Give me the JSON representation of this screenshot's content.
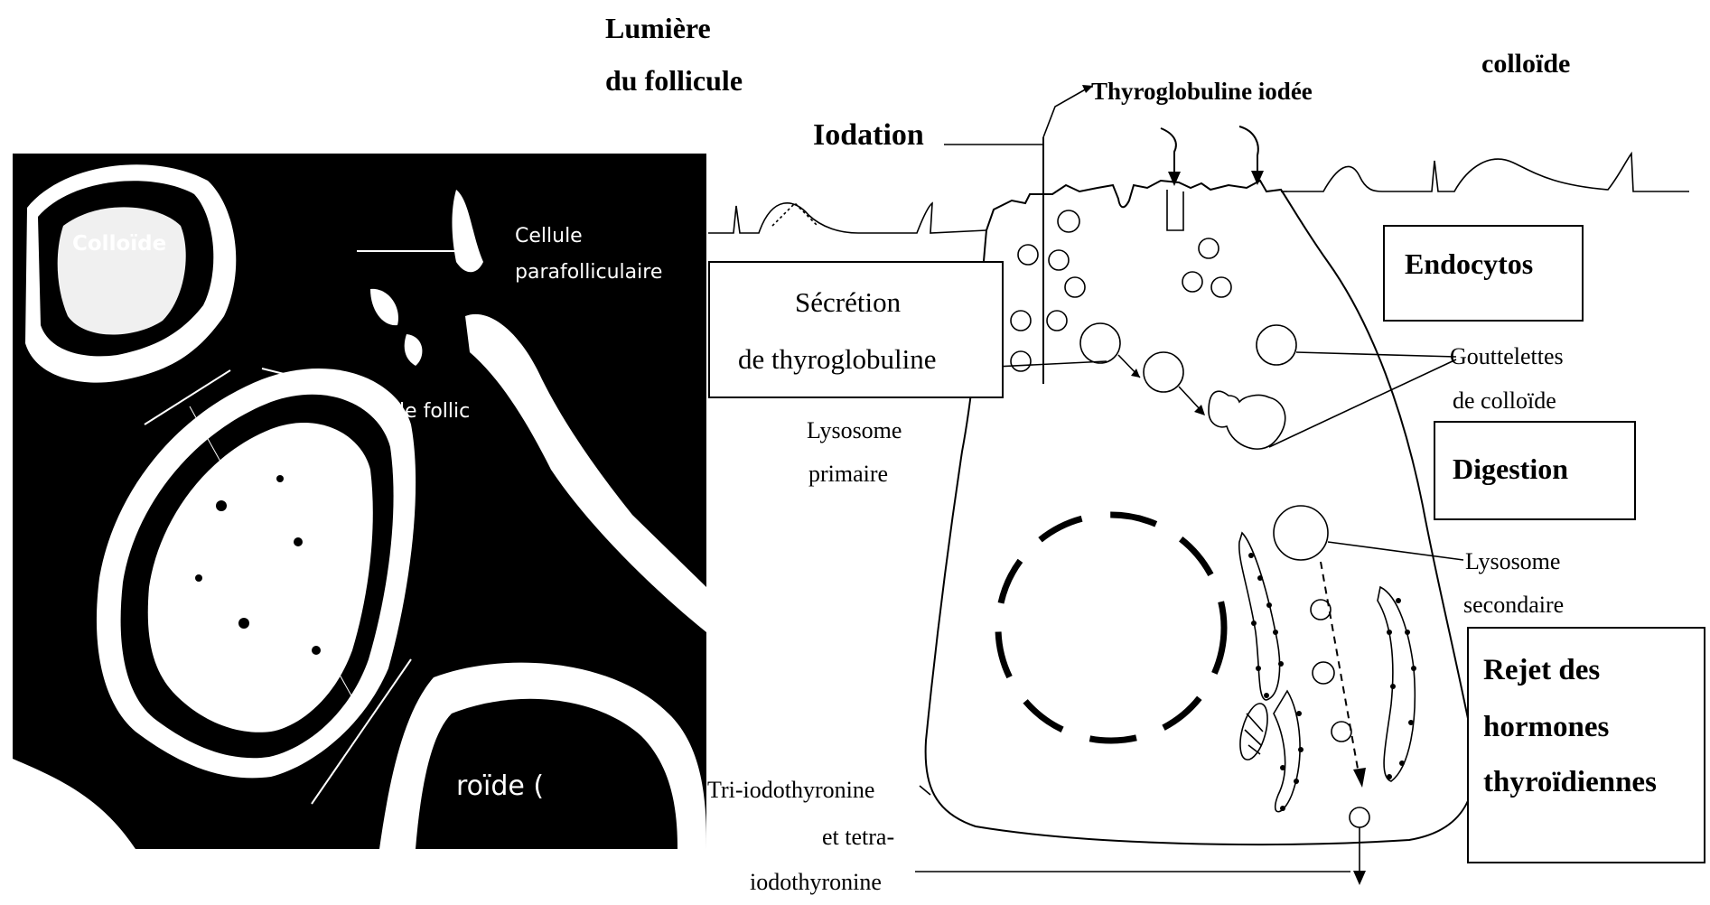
{
  "micrograph": {
    "label_colloide": "Colloïde",
    "label_cellule": "Cellule",
    "label_parafolliculaire": "parafolliculaire",
    "label_cellule_folliculaire_partial": "ule follic",
    "label_thyroide_partial": "roïde (",
    "colors": {
      "background": "#000000",
      "foreground": "#ffffff"
    }
  },
  "diagram": {
    "lumiere": "Lumière",
    "du_follicule": "du follicule",
    "colloide": "colloïde",
    "iodation": "Iodation",
    "thyroglobuline_iodee": "Thyroglobuline iodée",
    "secretion_line1": "Sécrétion",
    "secretion_line2": "de thyroglobuline",
    "endocytose": "Endocytos",
    "gouttelettes_line1": "Gouttelettes",
    "gouttelettes_line2": "de colloïde",
    "lysosome_primaire_line1": "Lysosome",
    "lysosome_primaire_line2": "primaire",
    "digestion": "Digestion",
    "lysosome_secondaire_line1": "Lysosome",
    "lysosome_secondaire_line2": "secondaire",
    "rejet_line1": "Rejet des",
    "rejet_line2": "hormones",
    "rejet_line3": "thyroïdiennes",
    "triiodo_line1": "Tri-iodothyronine",
    "triiodo_line2": "et tetra-",
    "triiodo_line3": "iodothyronine"
  }
}
